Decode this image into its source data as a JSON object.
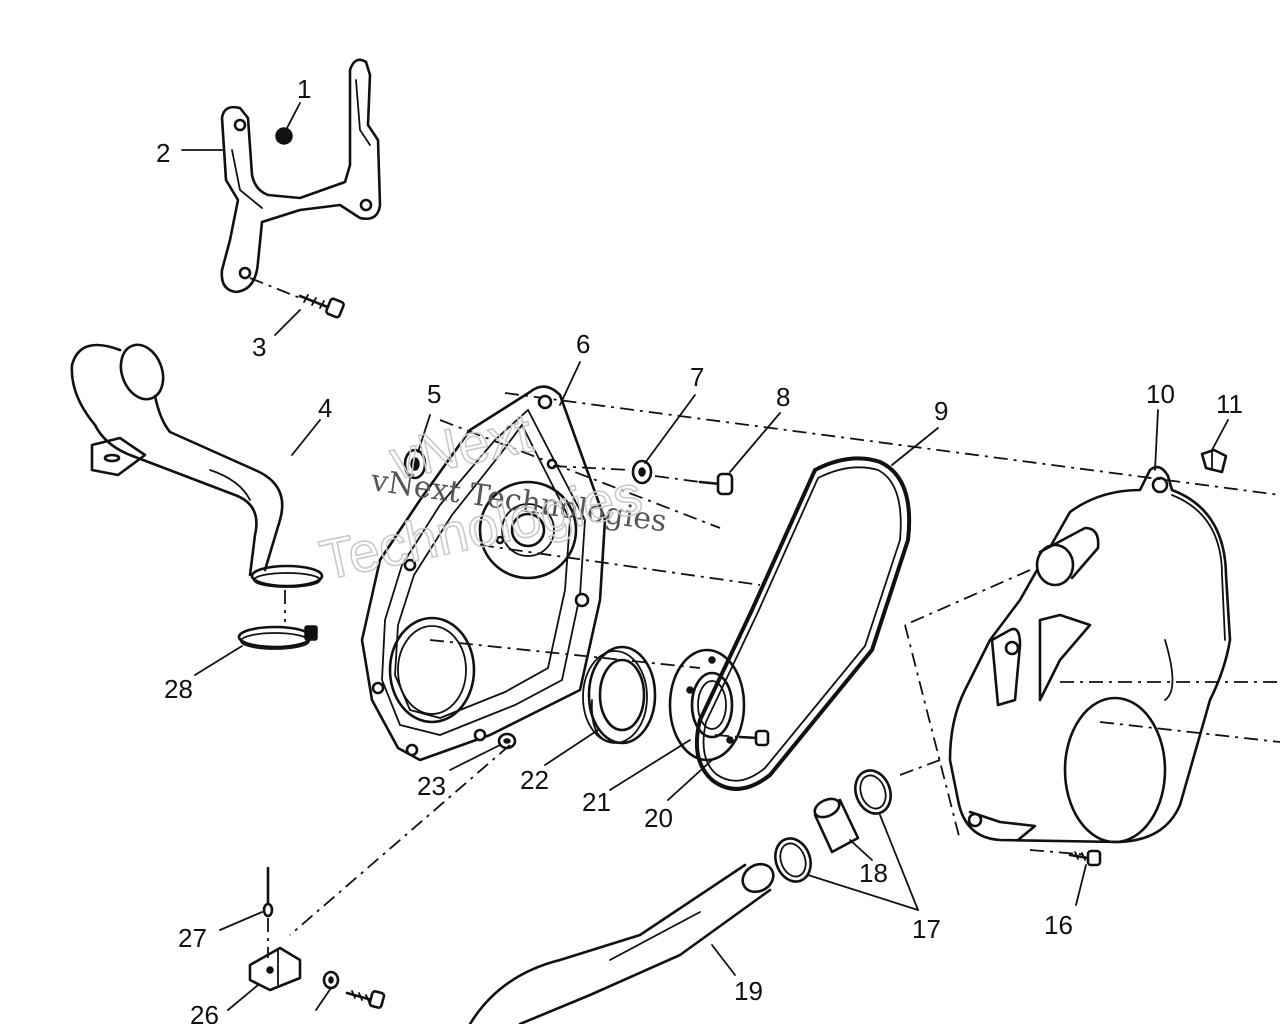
{
  "watermark": {
    "line1": "vNext Technologies",
    "line2": "vNext",
    "line3": "Technologies"
  },
  "callouts": [
    "1",
    "2",
    "3",
    "4",
    "5",
    "6",
    "7",
    "8",
    "9",
    "10",
    "11",
    "16",
    "17",
    "18",
    "19",
    "20",
    "21",
    "22",
    "23",
    "26",
    "27",
    "28"
  ]
}
